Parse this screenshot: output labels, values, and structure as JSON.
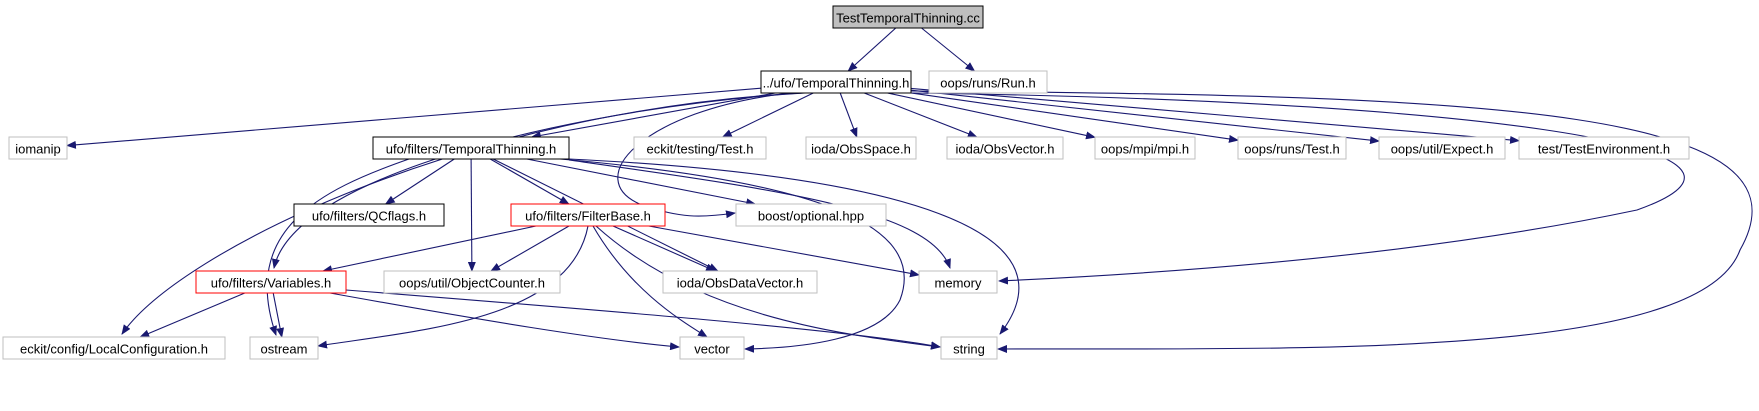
{
  "title": "TestTemporalThinning.cc",
  "colors": {
    "edge": "#191970",
    "root_fill": "#bfbfbf",
    "documented_border": "#000000",
    "undocumented_border": "#bfbfbf",
    "truncated_border": "#ff0000"
  },
  "nodes": [
    {
      "id": "root",
      "label": "TestTemporalThinning.cc",
      "kind": "root"
    },
    {
      "id": "ufo_tt",
      "label": "../ufo/TemporalThinning.h",
      "kind": "doc"
    },
    {
      "id": "oops_run",
      "label": "oops/runs/Run.h",
      "kind": "ext"
    },
    {
      "id": "iomanip",
      "label": "iomanip",
      "kind": "ext"
    },
    {
      "id": "filters_tt",
      "label": "ufo/filters/TemporalThinning.h",
      "kind": "doc"
    },
    {
      "id": "eckit_test",
      "label": "eckit/testing/Test.h",
      "kind": "ext"
    },
    {
      "id": "obsspace",
      "label": "ioda/ObsSpace.h",
      "kind": "ext"
    },
    {
      "id": "obsvector",
      "label": "ioda/ObsVector.h",
      "kind": "ext"
    },
    {
      "id": "mpi",
      "label": "oops/mpi/mpi.h",
      "kind": "ext"
    },
    {
      "id": "runs_test",
      "label": "oops/runs/Test.h",
      "kind": "ext"
    },
    {
      "id": "expect",
      "label": "oops/util/Expect.h",
      "kind": "ext"
    },
    {
      "id": "testenv",
      "label": "test/TestEnvironment.h",
      "kind": "ext"
    },
    {
      "id": "qcflags",
      "label": "ufo/filters/QCflags.h",
      "kind": "doc"
    },
    {
      "id": "filterbase",
      "label": "ufo/filters/FilterBase.h",
      "kind": "red"
    },
    {
      "id": "boost_opt",
      "label": "boost/optional.hpp",
      "kind": "ext"
    },
    {
      "id": "variables",
      "label": "ufo/filters/Variables.h",
      "kind": "red"
    },
    {
      "id": "objcounter",
      "label": "oops/util/ObjectCounter.h",
      "kind": "ext"
    },
    {
      "id": "obsdatavec",
      "label": "ioda/ObsDataVector.h",
      "kind": "ext"
    },
    {
      "id": "memory",
      "label": "memory",
      "kind": "ext"
    },
    {
      "id": "localconf",
      "label": "eckit/config/LocalConfiguration.h",
      "kind": "ext"
    },
    {
      "id": "ostream",
      "label": "ostream",
      "kind": "ext"
    },
    {
      "id": "vector",
      "label": "vector",
      "kind": "ext"
    },
    {
      "id": "string",
      "label": "string",
      "kind": "ext"
    }
  ],
  "edges": [
    [
      "root",
      "ufo_tt"
    ],
    [
      "root",
      "oops_run"
    ],
    [
      "ufo_tt",
      "iomanip"
    ],
    [
      "ufo_tt",
      "filters_tt"
    ],
    [
      "ufo_tt",
      "eckit_test"
    ],
    [
      "ufo_tt",
      "obsspace"
    ],
    [
      "ufo_tt",
      "obsvector"
    ],
    [
      "ufo_tt",
      "mpi"
    ],
    [
      "ufo_tt",
      "runs_test"
    ],
    [
      "ufo_tt",
      "expect"
    ],
    [
      "ufo_tt",
      "testenv"
    ],
    [
      "ufo_tt",
      "boost_opt"
    ],
    [
      "ufo_tt",
      "variables"
    ],
    [
      "ufo_tt",
      "localconf"
    ],
    [
      "ufo_tt",
      "memory"
    ],
    [
      "ufo_tt",
      "string"
    ],
    [
      "filters_tt",
      "qcflags"
    ],
    [
      "filters_tt",
      "filterbase"
    ],
    [
      "filters_tt",
      "boost_opt"
    ],
    [
      "filters_tt",
      "objcounter"
    ],
    [
      "filters_tt",
      "obsdatavec"
    ],
    [
      "filters_tt",
      "memory"
    ],
    [
      "filters_tt",
      "ostream"
    ],
    [
      "filters_tt",
      "vector"
    ],
    [
      "filters_tt",
      "string"
    ],
    [
      "filterbase",
      "variables"
    ],
    [
      "filterbase",
      "objcounter"
    ],
    [
      "filterbase",
      "obsdatavec"
    ],
    [
      "filterbase",
      "memory"
    ],
    [
      "filterbase",
      "ostream"
    ],
    [
      "filterbase",
      "vector"
    ],
    [
      "filterbase",
      "string"
    ],
    [
      "variables",
      "localconf"
    ],
    [
      "variables",
      "ostream"
    ],
    [
      "variables",
      "vector"
    ],
    [
      "variables",
      "string"
    ]
  ]
}
